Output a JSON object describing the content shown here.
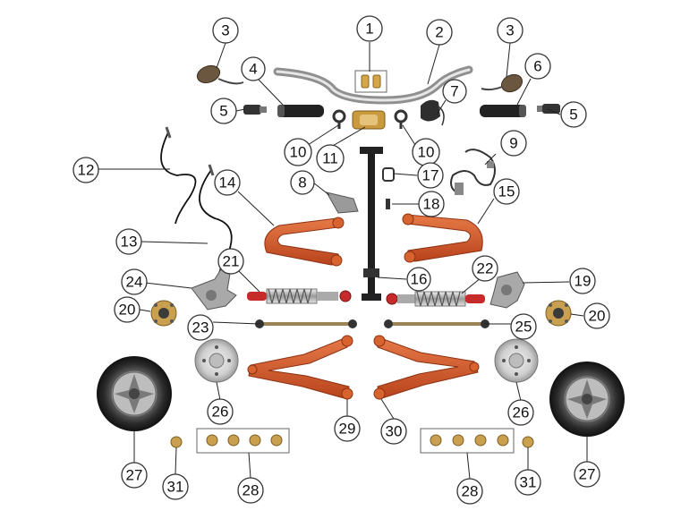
{
  "diagram": {
    "callouts": [
      {
        "id": "c1",
        "label": "1"
      },
      {
        "id": "c2",
        "label": "2"
      },
      {
        "id": "c3a",
        "label": "3"
      },
      {
        "id": "c3b",
        "label": "3"
      },
      {
        "id": "c4",
        "label": "4"
      },
      {
        "id": "c5a",
        "label": "5"
      },
      {
        "id": "c5b",
        "label": "5"
      },
      {
        "id": "c6",
        "label": "6"
      },
      {
        "id": "c7",
        "label": "7"
      },
      {
        "id": "c8",
        "label": "8"
      },
      {
        "id": "c9",
        "label": "9"
      },
      {
        "id": "c10a",
        "label": "10"
      },
      {
        "id": "c10b",
        "label": "10"
      },
      {
        "id": "c11",
        "label": "11"
      },
      {
        "id": "c12",
        "label": "12"
      },
      {
        "id": "c13",
        "label": "13"
      },
      {
        "id": "c14",
        "label": "14"
      },
      {
        "id": "c15",
        "label": "15"
      },
      {
        "id": "c16",
        "label": "16"
      },
      {
        "id": "c17",
        "label": "17"
      },
      {
        "id": "c18",
        "label": "18"
      },
      {
        "id": "c19",
        "label": "19"
      },
      {
        "id": "c20a",
        "label": "20"
      },
      {
        "id": "c20b",
        "label": "20"
      },
      {
        "id": "c21",
        "label": "21"
      },
      {
        "id": "c22",
        "label": "22"
      },
      {
        "id": "c23",
        "label": "23"
      },
      {
        "id": "c24",
        "label": "24"
      },
      {
        "id": "c25",
        "label": "25"
      },
      {
        "id": "c26a",
        "label": "26"
      },
      {
        "id": "c26b",
        "label": "26"
      },
      {
        "id": "c27a",
        "label": "27"
      },
      {
        "id": "c27b",
        "label": "27"
      },
      {
        "id": "c28a",
        "label": "28"
      },
      {
        "id": "c28b",
        "label": "28"
      },
      {
        "id": "c29",
        "label": "29"
      },
      {
        "id": "c30",
        "label": "30"
      },
      {
        "id": "c31a",
        "label": "31"
      },
      {
        "id": "c31b",
        "label": "31"
      }
    ]
  },
  "colors": {
    "arm_orange": "#d4572a",
    "arm_dark": "#9e3a17",
    "chrome": "#c8c8c8",
    "brass": "#c9a050",
    "spring_red": "#c62a2a",
    "tire": "#2b2b2b"
  }
}
